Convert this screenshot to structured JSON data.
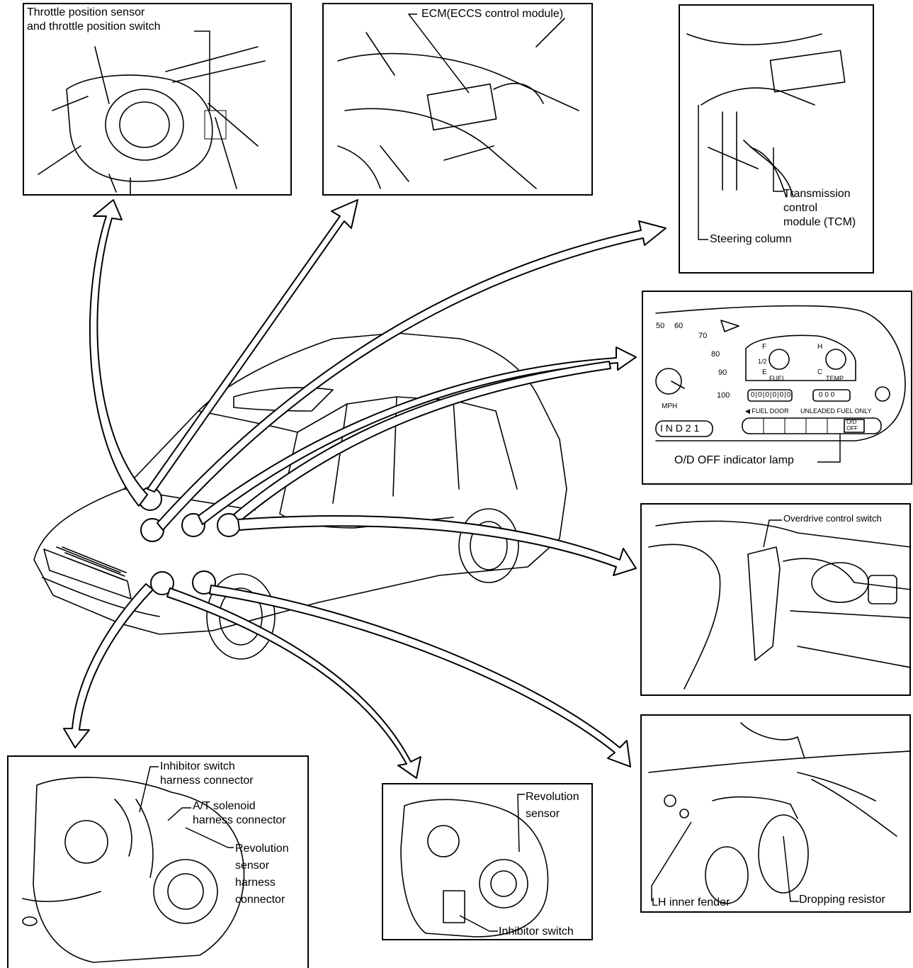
{
  "callouts": {
    "throttle_sensor": "Throttle position sensor\nand throttle position switch",
    "ecm": "ECM(ECCS control module)",
    "tcm": "Transmission\ncontrol\nmodule (TCM)",
    "steering_column": "Steering  column",
    "od_off_lamp": "O/D OFF indicator lamp",
    "overdrive_switch": "Overdrive control switch",
    "inhibitor_harness": "Inhibitor switch\nharness connector",
    "at_solenoid_harness": "A/T solenoid\nharness connector",
    "revolution_sensor_harness": "Revolution\nsensor\nharness\nconnector",
    "revolution_sensor": "Revolution\nsensor",
    "inhibitor_switch": "Inhibitor switch",
    "lh_inner_fender": "LH inner fender",
    "dropping_resistor": "Dropping resistor"
  },
  "cluster": {
    "speed_ticks": [
      "50",
      "60",
      "70",
      "80",
      "90",
      "100"
    ],
    "mph": "MPH",
    "fuel_f": "F",
    "fuel_half": "1/2",
    "fuel_e": "E",
    "fuel": "FUEL",
    "temp_h": "H",
    "temp_c": "C",
    "temp": "TEMP",
    "odometer": "0|0|0|0|0|0",
    "trip": "0 0 0",
    "fuel_door": "◀ FUEL DOOR",
    "unleaded": "UNLEADED FUEL ONLY",
    "shift_indicator": "I N D 2 1",
    "od_off": "O/D\nOFF"
  }
}
